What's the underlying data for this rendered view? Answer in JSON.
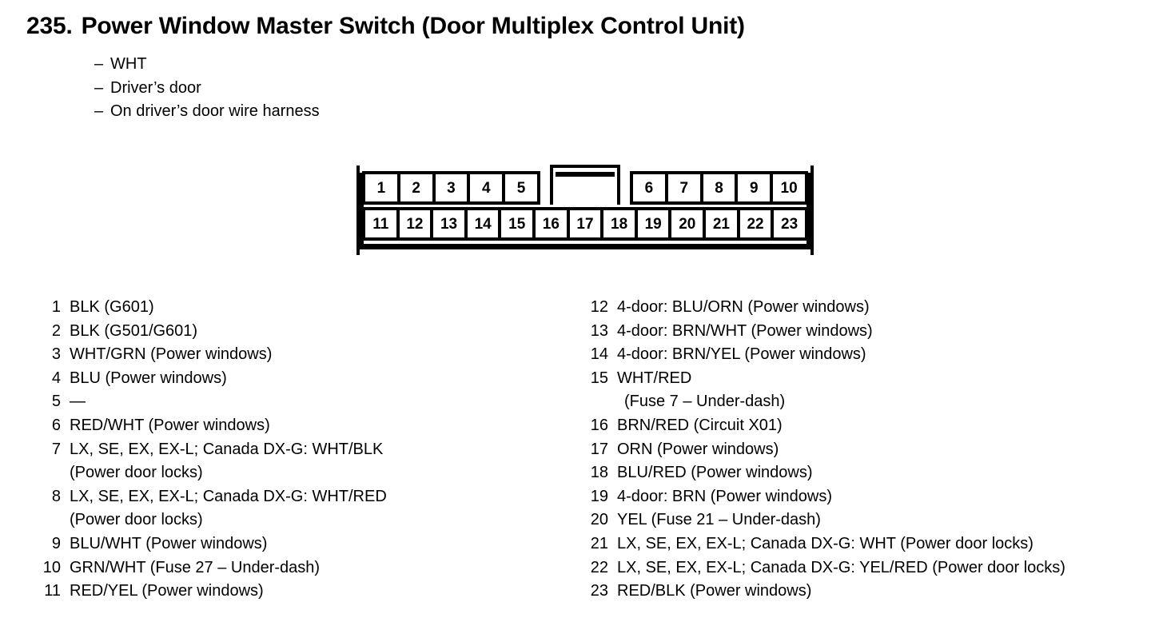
{
  "document": {
    "number": "235.",
    "title": "Power Window Master Switch (Door Multiplex Control Unit)"
  },
  "notes": {
    "dash": "–",
    "lines": [
      "WHT",
      "Driver’s door",
      "On driver’s door wire harness"
    ]
  },
  "connector": {
    "top_row_left": [
      "1",
      "2",
      "3",
      "4",
      "5"
    ],
    "top_row_right": [
      "6",
      "7",
      "8",
      "9",
      "10"
    ],
    "bottom_row": [
      "11",
      "12",
      "13",
      "14",
      "15",
      "16",
      "17",
      "18",
      "19",
      "20",
      "21",
      "22",
      "23"
    ]
  },
  "legend": {
    "left": [
      {
        "num": "1",
        "desc": "BLK (G601)"
      },
      {
        "num": "2",
        "desc": "BLK (G501/G601)"
      },
      {
        "num": "3",
        "desc": "WHT/GRN (Power windows)"
      },
      {
        "num": "4",
        "desc": "BLU (Power windows)"
      },
      {
        "num": "5",
        "desc": "—"
      },
      {
        "num": "6",
        "desc": "RED/WHT (Power windows)"
      },
      {
        "num": "7",
        "desc": "LX, SE, EX, EX-L; Canada DX-G: WHT/BLK",
        "cont": "(Power door locks)"
      },
      {
        "num": "8",
        "desc": "LX, SE, EX, EX-L; Canada DX-G: WHT/RED",
        "cont": "(Power door locks)"
      },
      {
        "num": "9",
        "desc": "BLU/WHT (Power windows)"
      },
      {
        "num": "10",
        "desc": "GRN/WHT (Fuse 27 – Under-dash)"
      },
      {
        "num": "11",
        "desc": "RED/YEL (Power windows)"
      }
    ],
    "right": [
      {
        "num": "12",
        "desc": "4-door: BLU/ORN (Power windows)"
      },
      {
        "num": "13",
        "desc": "4-door: BRN/WHT (Power windows)"
      },
      {
        "num": "14",
        "desc": "4-door: BRN/YEL (Power windows)"
      },
      {
        "num": "15",
        "desc": "WHT/RED",
        "cont": "(Fuse 7 – Under-dash)"
      },
      {
        "num": "16",
        "desc": "BRN/RED (Circuit X01)"
      },
      {
        "num": "17",
        "desc": "ORN (Power windows)"
      },
      {
        "num": "18",
        "desc": "BLU/RED (Power windows)"
      },
      {
        "num": "19",
        "desc": "4-door: BRN (Power windows)"
      },
      {
        "num": "20",
        "desc": "YEL (Fuse 21 – Under-dash)"
      },
      {
        "num": "21",
        "desc": "LX, SE, EX, EX-L; Canada DX-G: WHT (Power door locks)"
      },
      {
        "num": "22",
        "desc": "LX, SE, EX, EX-L; Canada DX-G: YEL/RED (Power door locks)"
      },
      {
        "num": "23",
        "desc": "RED/BLK (Power windows)"
      }
    ]
  }
}
